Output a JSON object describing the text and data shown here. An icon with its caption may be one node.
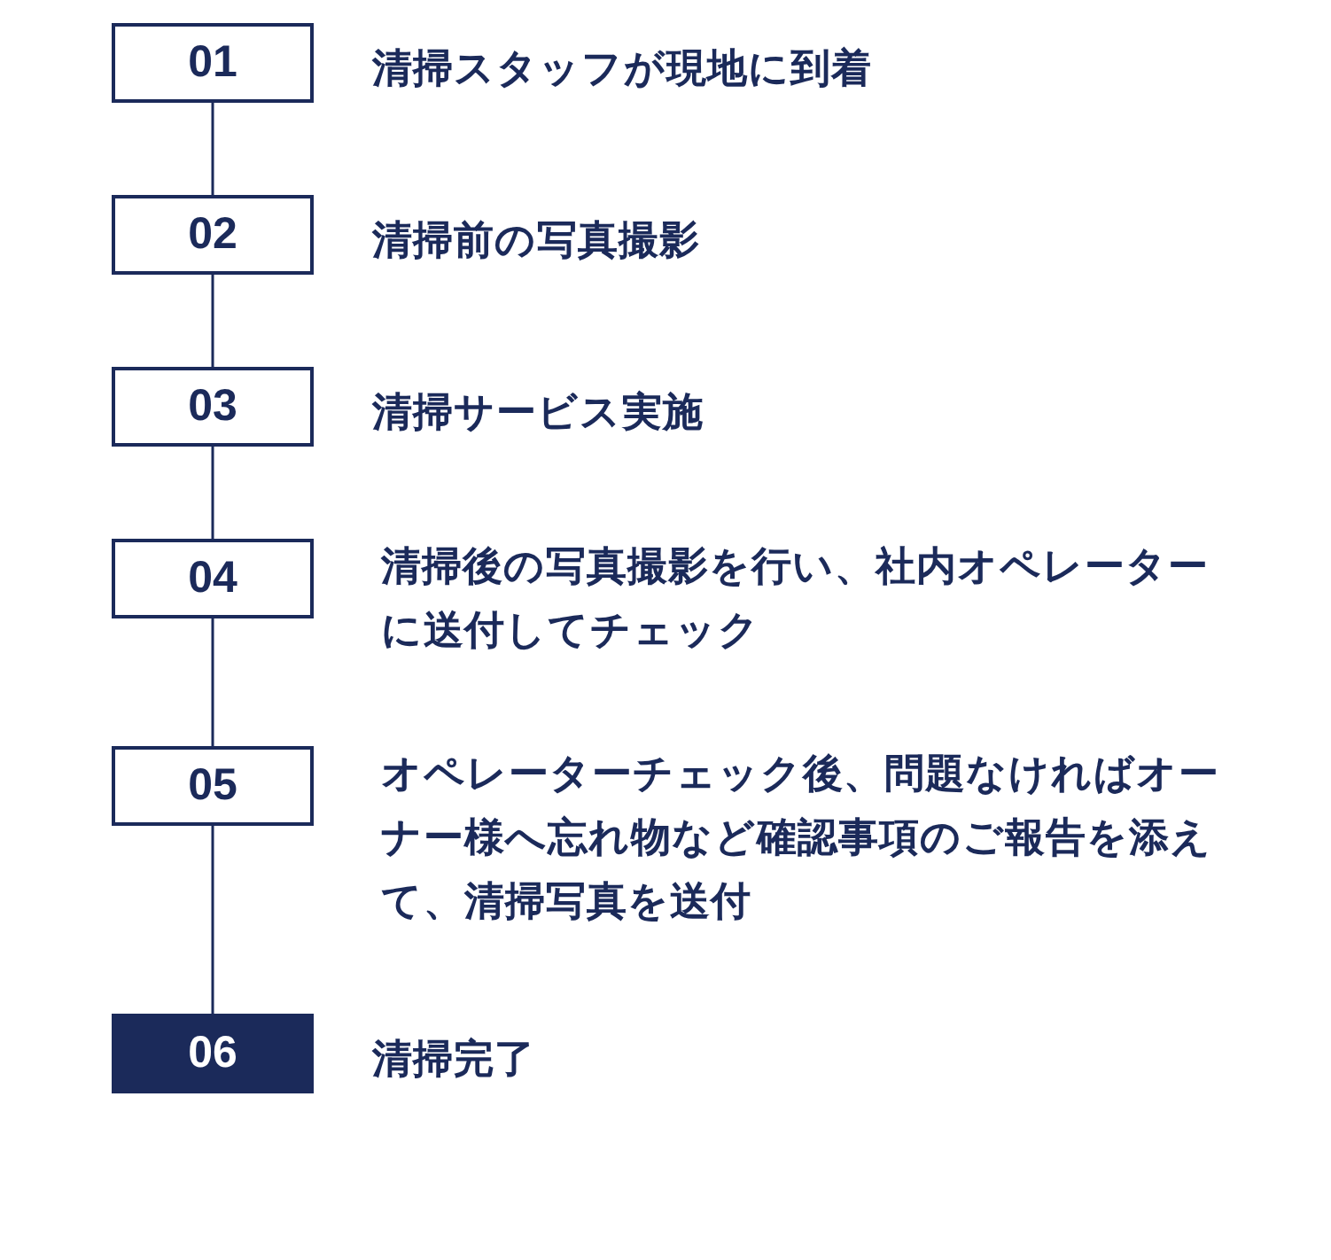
{
  "diagram": {
    "nodes": [
      {
        "text": [
          "01"
        ],
        "beside": [
          "清掃スタッフが現地に到着"
        ]
      },
      {
        "text": [
          "02"
        ],
        "beside": [
          "清掃前の写真撮影"
        ]
      },
      {
        "text": [
          "03"
        ],
        "beside": [
          "清掃サービス実施"
        ]
      },
      {
        "text": [
          "04"
        ],
        "beside": [
          "清掃後の写真撮影を行い、社内オペレーターに送付してチェック"
        ]
      },
      {
        "text": [
          "05"
        ],
        "beside": [
          "オペレーターチェック後、問題なければオーナー様へ忘れ物など確認事項のご報告を添えて、清掃写真を送付"
        ]
      },
      {
        "text": [
          "06"
        ],
        "beside": [
          "清掃完了"
        ]
      }
    ],
    "edges": [
      {
        "from": 0,
        "to": 1,
        "arrow": "none"
      },
      {
        "from": 1,
        "to": 2,
        "arrow": "none"
      },
      {
        "from": 2,
        "to": 3,
        "arrow": "none"
      },
      {
        "from": 3,
        "to": 4,
        "arrow": "none"
      },
      {
        "from": 4,
        "to": 5,
        "arrow": "none"
      }
    ]
  }
}
